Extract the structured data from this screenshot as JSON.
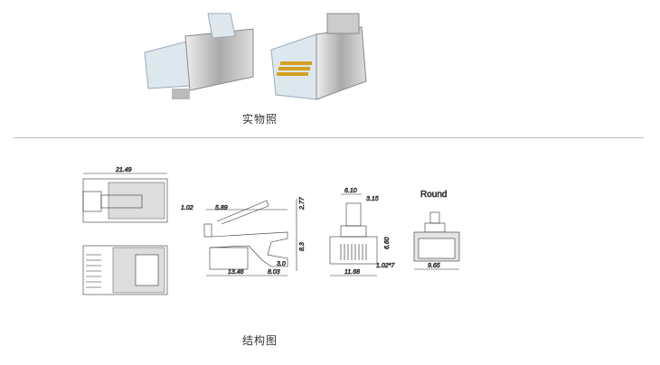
{
  "photo_caption": "实物照",
  "drawing_caption": "结构图",
  "dimensions": {
    "length_total": "21.49",
    "tab_offset": "1.02",
    "tab_length": "5.89",
    "tab_height": "2.77",
    "body_height": "8.3",
    "body_length": "13.46",
    "tail_length": "8.03",
    "tail_height": "3.0",
    "top_width": "6.10",
    "tab_width": "3.15",
    "contact_height": "6.60",
    "pitch": "1.02*7",
    "front_width": "11.68",
    "round_width": "9.65"
  },
  "round_label": "Round"
}
